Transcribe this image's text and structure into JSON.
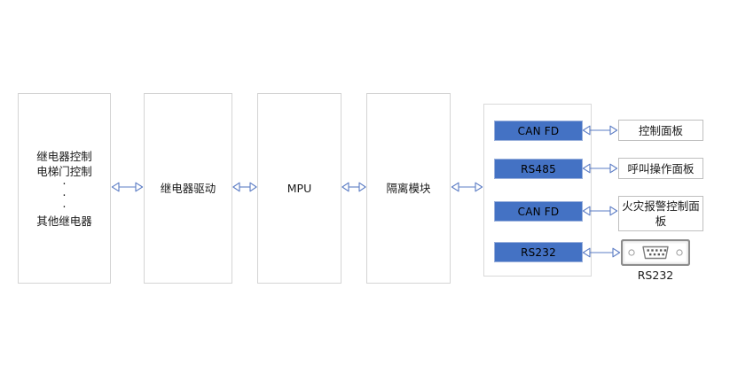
{
  "diagram": {
    "title": "Elevator controller interface block diagram",
    "background_color": "#ffffff",
    "accent_color": "#4472c4",
    "arrow_color": "#5b7cc4",
    "box_border_color": "#d4d4d4"
  },
  "main_blocks": [
    {
      "id": "relay-control",
      "lines": [
        "继电器控制",
        "电梯门控制",
        "·",
        "·",
        "·",
        "其他继电器"
      ]
    },
    {
      "id": "relay-driver",
      "lines": [
        "继电器驱动"
      ]
    },
    {
      "id": "mpu",
      "lines": [
        "MPU"
      ]
    },
    {
      "id": "isolation-module",
      "lines": [
        "隔离模块"
      ]
    }
  ],
  "interface_panel": {
    "bars": [
      {
        "id": "can-fd-1",
        "label": "CAN FD"
      },
      {
        "id": "rs485",
        "label": "RS485"
      },
      {
        "id": "can-fd-2",
        "label": "CAN FD"
      },
      {
        "id": "rs232",
        "label": "RS232"
      }
    ]
  },
  "peripherals": [
    {
      "id": "control-panel",
      "label": "控制面板"
    },
    {
      "id": "call-operation-panel",
      "label": "呼叫操作面板"
    },
    {
      "id": "fire-alarm-control-panel",
      "label": "火灾报警控制面板"
    }
  ],
  "connector": {
    "icon_name": "db9-serial-connector-icon",
    "label": "RS232"
  }
}
